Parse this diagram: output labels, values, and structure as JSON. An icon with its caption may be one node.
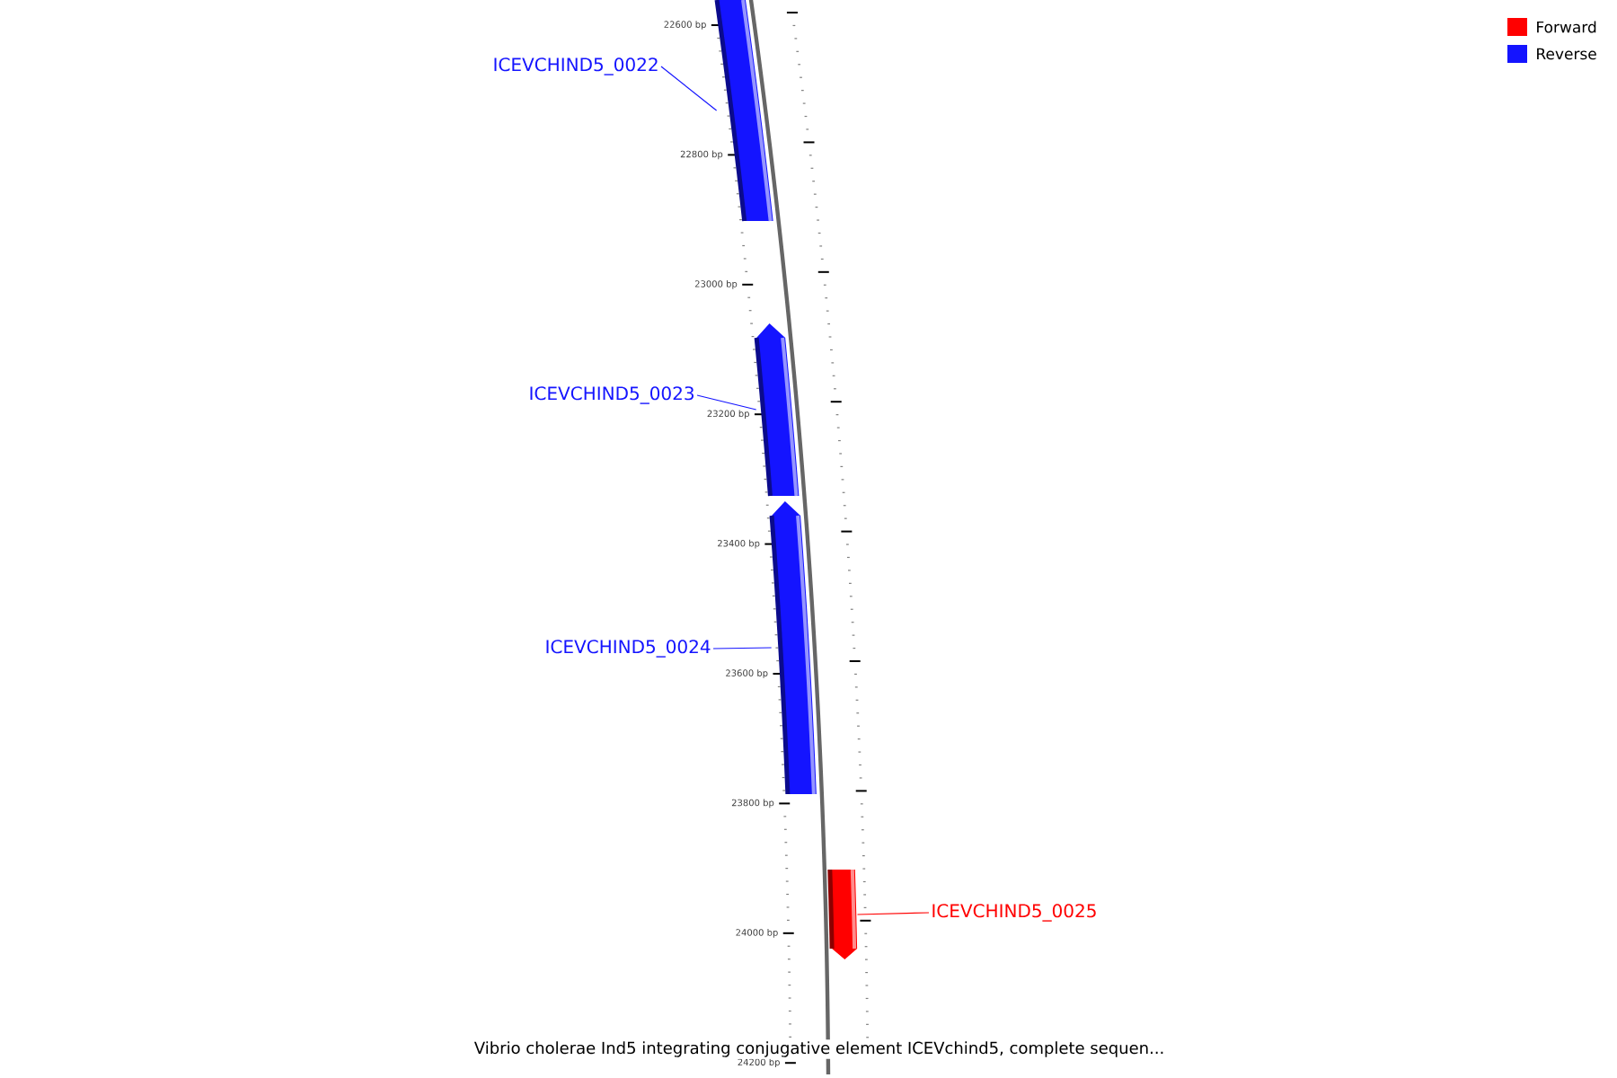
{
  "diagram": {
    "caption": "Vibrio cholerae Ind5 integrating conjugative element ICEVchind5, complete sequen...",
    "nodes": [
      {
        "text": [
          "ICEVCHIND5_0022"
        ]
      },
      {
        "text": [],
        "shape": "arrow"
      },
      {
        "text": [
          "ICEVCHIND5_0023"
        ]
      },
      {
        "text": [],
        "shape": "arrow"
      },
      {
        "text": [
          "ICEVCHIND5_0024"
        ]
      },
      {
        "text": [],
        "shape": "arrow"
      },
      {
        "text": [],
        "shape": "arrow"
      },
      {
        "text": [
          "ICEVCHIND5_0025"
        ]
      }
    ],
    "edges": [
      {
        "from": 0,
        "to": 1,
        "arrow": "none"
      },
      {
        "from": 2,
        "to": 3,
        "arrow": "none"
      },
      {
        "from": 4,
        "to": 5,
        "arrow": "none"
      },
      {
        "from": 7,
        "to": 6,
        "arrow": "none",
        "color": "#ff0000"
      }
    ],
    "labels": [
      "22600 bp",
      "22800 bp",
      "23000 bp",
      "23200 bp",
      "23400 bp",
      "23600 bp",
      "23800 bp",
      "24000 bp",
      "24200 bp"
    ],
    "legend": [
      {
        "text": "Forward",
        "color": "#ff0000"
      },
      {
        "text": "Reverse",
        "color": "#1414ff"
      }
    ]
  }
}
